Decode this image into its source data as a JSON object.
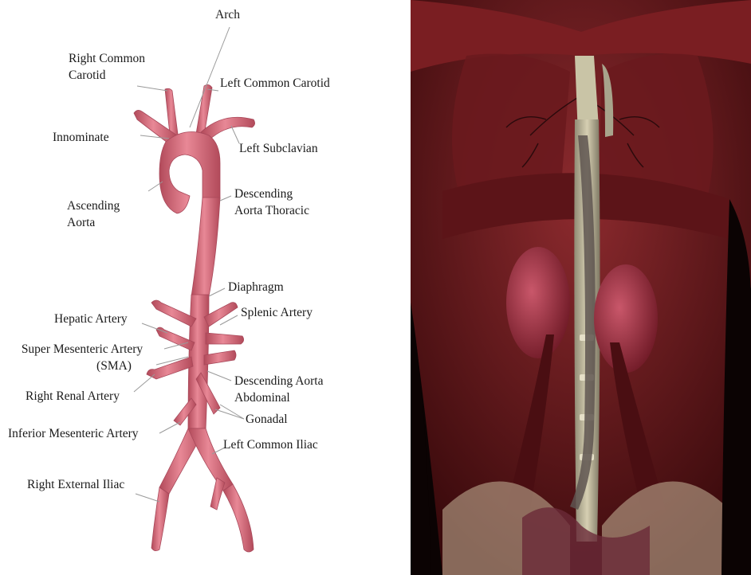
{
  "figure": {
    "labels": {
      "arch": "Arch",
      "right_common_carotid": [
        "Right Common",
        "Carotid"
      ],
      "left_common_carotid": "Left Common Carotid",
      "innominate": "Innominate",
      "left_subclavian": "Left Subclavian",
      "ascending_aorta": [
        "Ascending",
        "Aorta"
      ],
      "descending_aorta_thoracic": [
        "Descending",
        "Aorta Thoracic"
      ],
      "diaphragm": "Diaphragm",
      "hepatic_artery": "Hepatic Artery",
      "splenic_artery": "Splenic Artery",
      "superior_mesenteric_artery": [
        "Super Mesenteric Artery",
        "(SMA)"
      ],
      "descending_aorta_abdominal": [
        "Descending Aorta",
        "Abdominal"
      ],
      "right_renal_artery": "Right Renal Artery",
      "gonadal": "Gonadal",
      "inferior_mesenteric_artery": "Inferior Mesenteric Artery",
      "left_common_iliac": "Left Common Iliac",
      "right_external_iliac": "Right External Iliac"
    },
    "colors": {
      "vessel": "#d96a78",
      "vessel_shadow": "#b24a5a",
      "vessel_highlight": "#f2a3ad",
      "leader_line": "#9a9a9a",
      "render_background": "#0b0303",
      "muscle": "#7a1e22",
      "muscle_dark": "#4a0e12",
      "bone": "#cfc7a8",
      "kidney": "#a33a46"
    }
  }
}
